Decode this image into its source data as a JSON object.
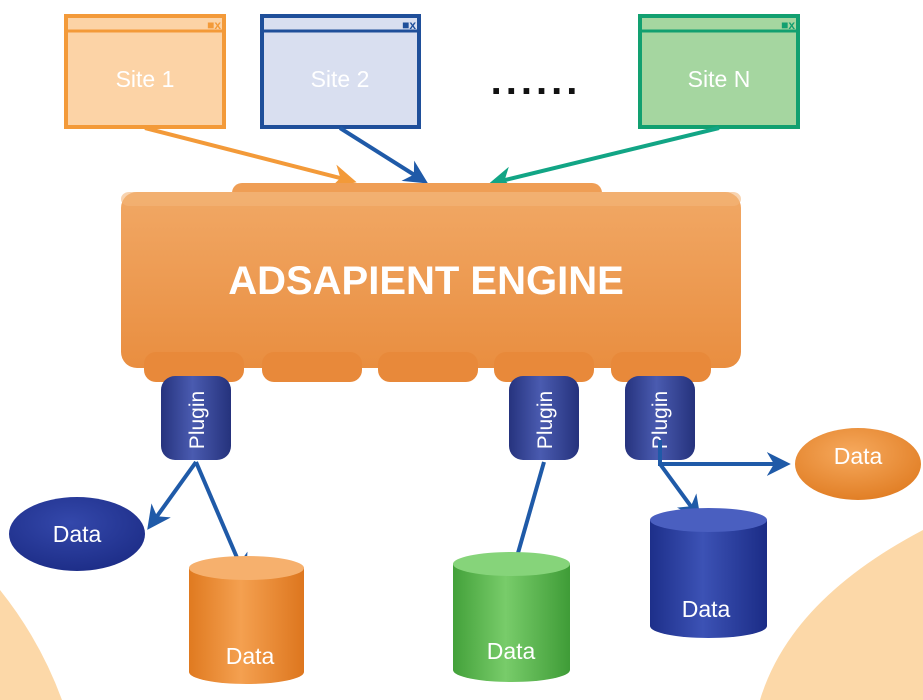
{
  "sites": [
    {
      "label": "Site 1",
      "fill": "#fcd3a6",
      "border": "#f39a39",
      "arrow": "#f39a39"
    },
    {
      "label": "Site 2",
      "fill": "#d9dff0",
      "border": "#1f4f9a",
      "arrow": "#1f5aa8"
    },
    {
      "label": "Site N",
      "fill": "#a5d6a0",
      "border": "#12a070",
      "arrow": "#12a585"
    }
  ],
  "window_controls": "_■x",
  "ellipsis": "......",
  "engine": {
    "title": "ADSAPIENT ENGINE",
    "color": "#ee9d55"
  },
  "plugins": [
    {
      "label": "Plugin"
    },
    {
      "label": "Plugin"
    },
    {
      "label": "Plugin"
    }
  ],
  "data_nodes": [
    {
      "label": "Data",
      "shape": "ellipse",
      "color": "dark-blue"
    },
    {
      "label": "Data",
      "shape": "cylinder",
      "color": "orange"
    },
    {
      "label": "Data",
      "shape": "cylinder",
      "color": "green"
    },
    {
      "label": "Data",
      "shape": "ellipse",
      "color": "orange"
    },
    {
      "label": "Data",
      "shape": "cylinder",
      "color": "dark-blue"
    }
  ],
  "colors": {
    "orange": "#ee8a2e",
    "dark_blue": "#223a96",
    "green": "#58b44a",
    "connector_blue": "#1f5aa8",
    "plugin_blue": "#2e3d8f",
    "background_arc": "#fcd8a8"
  }
}
